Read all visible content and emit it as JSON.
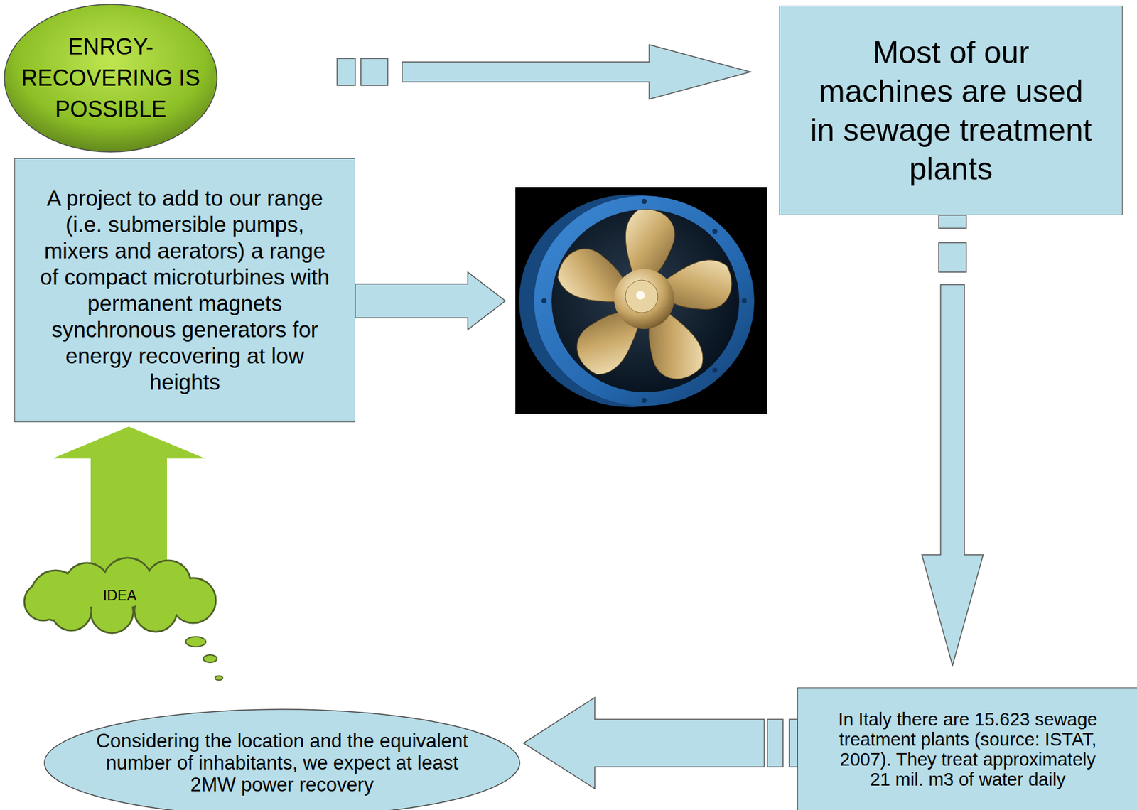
{
  "diagram": {
    "nodes": [
      {
        "text": [
          "ENRGY- RECOVERING IS POSSIBLE"
        ]
      },
      {
        "text": [
          "Most of our machines are used in sewage treatment plants"
        ]
      },
      {
        "text": [
          "A project to add to our range (i.e. submersible pumps, mixers and aerators) a range of compact microturbines with permanent magnets synchronous generators for energy recovering at low heights"
        ]
      },
      {
        "text": [
          "IDEA"
        ]
      },
      {
        "text": [
          "Considering the location and the equivalent number of inhabitants, we expect at least 2MW power recovery"
        ]
      },
      {
        "text": [
          "In Italy there are 15.623 sewage treatment plants (source: ISTAT, 2007). They treat approximately 21 mil. m3 of water daily"
        ]
      }
    ],
    "edges": [
      {
        "from": 0,
        "to": 1,
        "arrow": "to"
      },
      {
        "from": 1,
        "to": 5,
        "arrow": "to"
      },
      {
        "from": 5,
        "to": 4,
        "arrow": "to"
      },
      {
        "from": 3,
        "to": 2,
        "arrow": "to"
      }
    ]
  }
}
